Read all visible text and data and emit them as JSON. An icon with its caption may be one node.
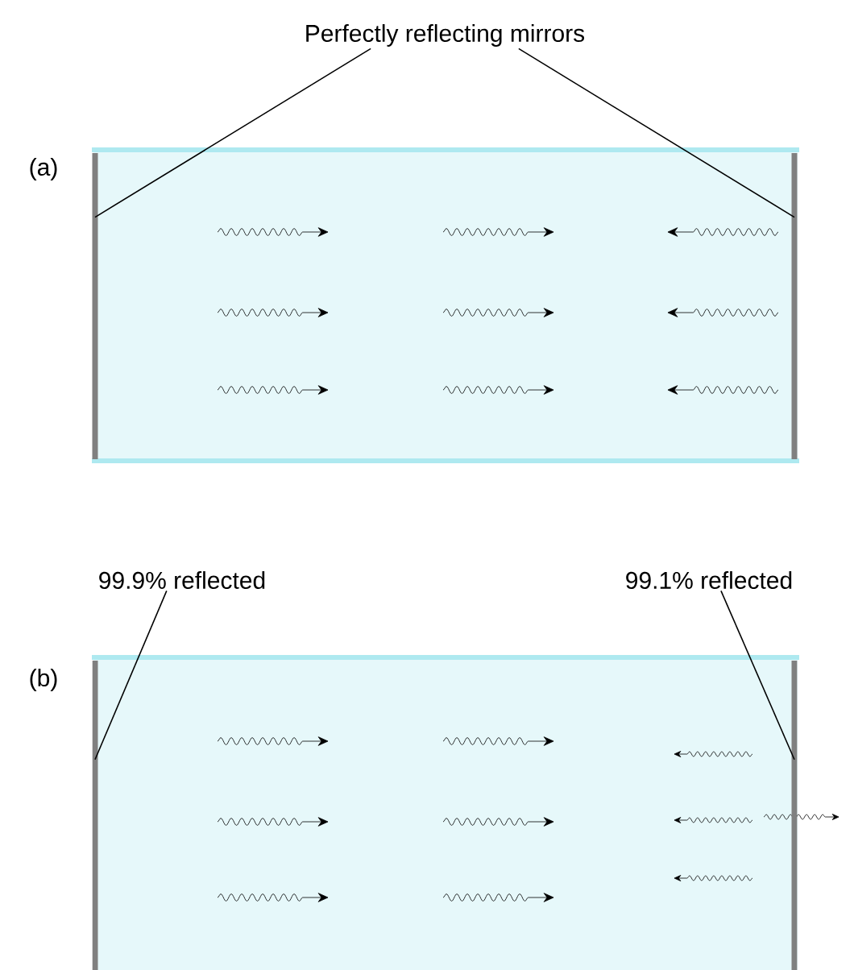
{
  "diagram": {
    "nodes": [
      {
        "text": [
          "Perfectly reflecting mirrors"
        ]
      },
      {
        "text": [],
        "shape": "bar"
      },
      {
        "text": [],
        "shape": "bar"
      },
      {
        "text": [
          "99.9% reflected"
        ]
      },
      {
        "text": [],
        "shape": "bar"
      },
      {
        "text": [
          "99.1% reflected"
        ]
      },
      {
        "text": [],
        "shape": "bar"
      }
    ],
    "edges": [
      {
        "from": 0,
        "to": 1,
        "arrow": "none"
      },
      {
        "from": 0,
        "to": 2,
        "arrow": "none"
      },
      {
        "from": 3,
        "to": 4,
        "arrow": "none"
      },
      {
        "from": 5,
        "to": 6,
        "arrow": "none"
      }
    ],
    "labels": [
      "(a)",
      "(b)"
    ]
  }
}
